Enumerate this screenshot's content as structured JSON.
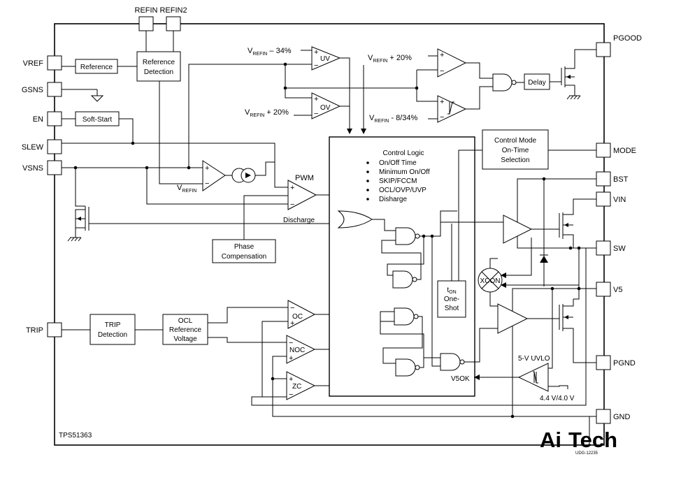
{
  "pins": {
    "refin": "REFIN",
    "refin2": "REFIN2",
    "vref": "VREF",
    "gsns": "GSNS",
    "en": "EN",
    "slew": "SLEW",
    "vsns": "VSNS",
    "trip": "TRIP",
    "pgood": "PGOOD",
    "mode": "MODE",
    "bst": "BST",
    "vin": "VIN",
    "sw": "SW",
    "v5": "V5",
    "pgnd": "PGND",
    "gnd": "GND"
  },
  "blocks": {
    "reference": "Reference",
    "reference_detection": [
      "Reference",
      "Detection"
    ],
    "soft_start": "Soft-Start",
    "phase_compensation": [
      "Phase",
      "Compensation"
    ],
    "trip_detection": [
      "TRIP",
      "Detection"
    ],
    "ocl_reference": [
      "OCL",
      "Reference",
      "Voltage"
    ],
    "delay": "Delay",
    "control_mode": [
      "Control Mode",
      "On-Time",
      "Selection"
    ],
    "control_logic_title": "Control Logic",
    "control_logic_items": [
      "On/Off Time",
      "Minimum On/Off",
      "SKIP/FCCM",
      "OCL/OVP/UVP",
      "Disharge"
    ],
    "ton_main": "t",
    "ton_sub": "ON",
    "ton_line2": "One-",
    "ton_line3": "Shot",
    "xcon": "XCON"
  },
  "labels": {
    "uv": "UV",
    "ov": "OV",
    "pwm": "PWM",
    "oc": "OC",
    "noc": "NOC",
    "zc": "ZC",
    "discharge": "Discharge",
    "v5ok": "V5OK",
    "uvlo": "5-V UVLO",
    "uvlo_thresholds": "4.4 V/4.0 V",
    "vrefin_sym": "V",
    "vrefin_sub": "REFIN",
    "vrefin_minus34": " – 34%",
    "vrefin_plus20": " + 20%",
    "vrefin_plus20_wide": "  +  20%",
    "vrefin_minus8_34": " - 8/34%",
    "part_number": "TPS51363",
    "drawing_id": "UDG-12235"
  },
  "watermark": {
    "ai": "Ai",
    "tech": "Tech",
    "ai_color": "#2cb34a",
    "tech_color": "#5a5a5a"
  }
}
